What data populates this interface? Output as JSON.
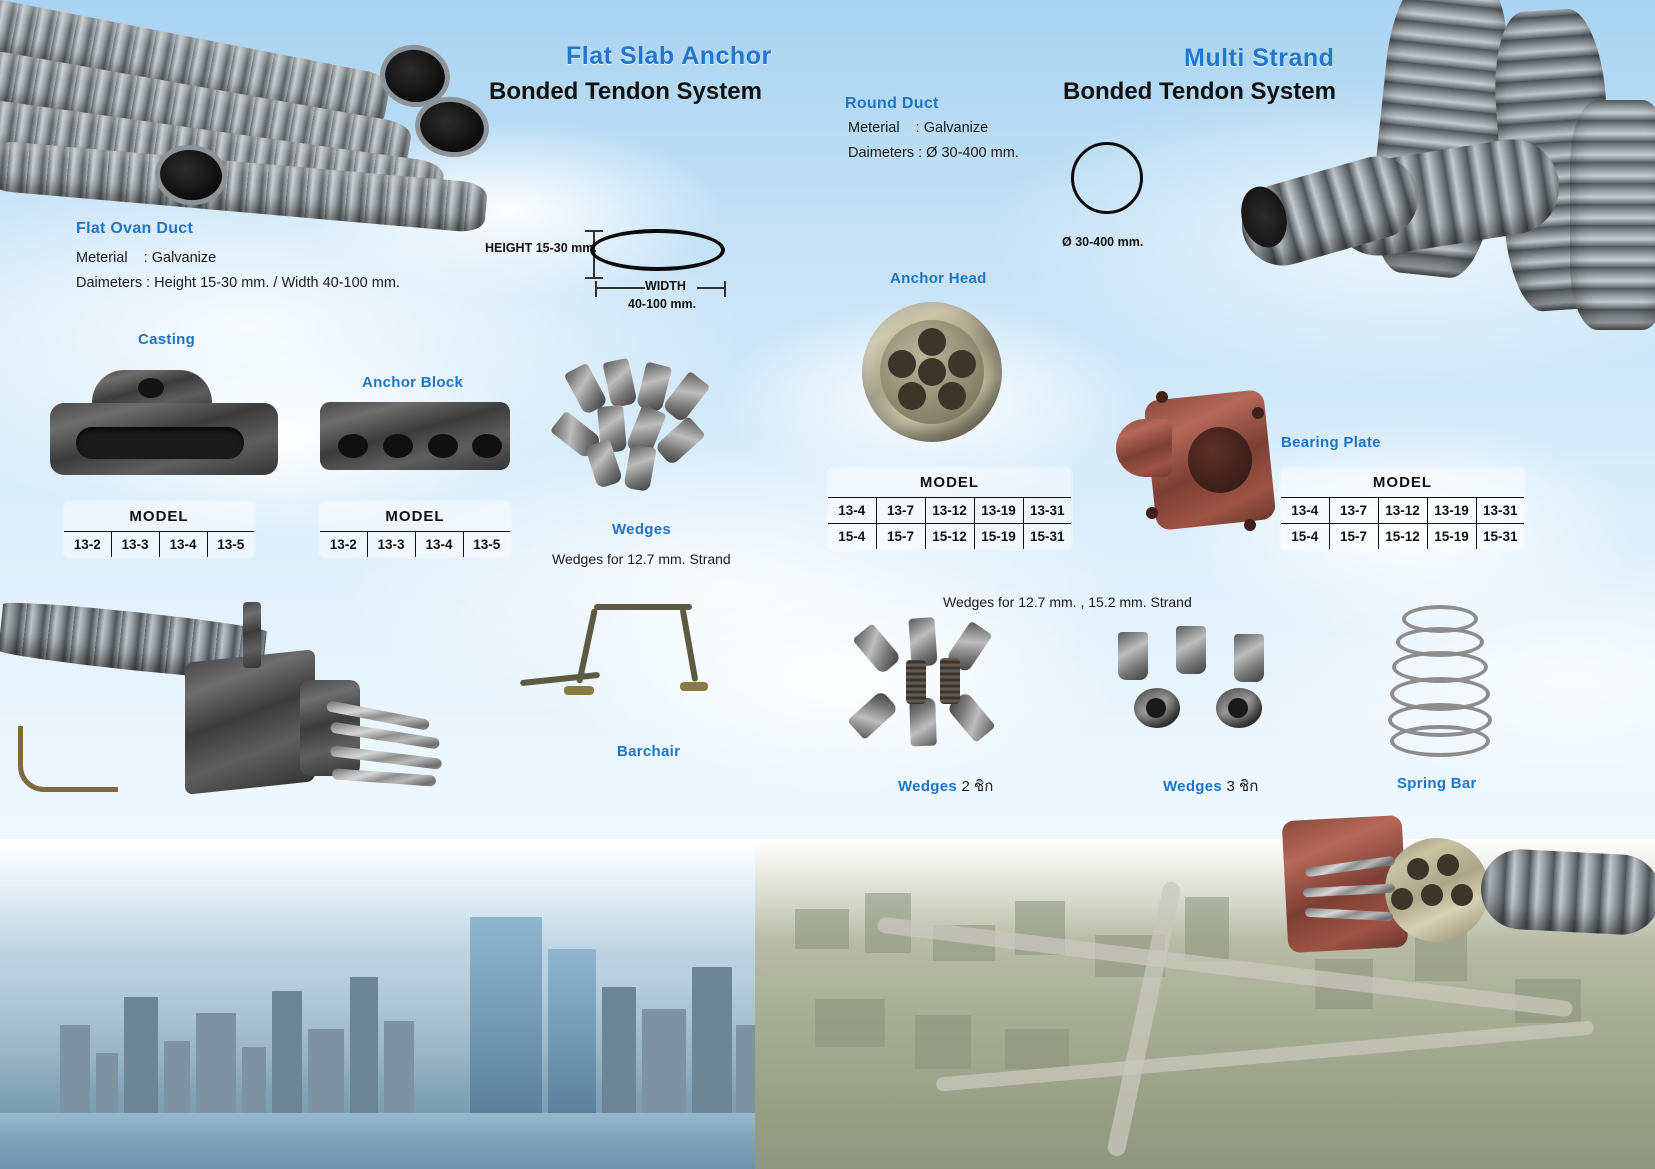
{
  "left_panel": {
    "title_blue": "Flat Slab Anchor",
    "title_black": "Bonded Tendon System",
    "duct": {
      "heading": "Flat Ovan Duct",
      "material_line": "Meterial    : Galvanize",
      "diameter_line": "Daimeters : Height 15-30 mm. / Width 40-100 mm."
    },
    "diagram": {
      "height_label": "HEIGHT 15-30 mm.",
      "width_label": "WIDTH",
      "width_value": "40-100 mm."
    },
    "casting": {
      "label": "Casting",
      "table": {
        "header": "MODEL",
        "rows": [
          [
            "13-2",
            "13-3",
            "13-4",
            "13-5"
          ]
        ]
      }
    },
    "anchor_block": {
      "label": "Anchor Block",
      "table": {
        "header": "MODEL",
        "rows": [
          [
            "13-2",
            "13-3",
            "13-4",
            "13-5"
          ]
        ]
      }
    },
    "wedges": {
      "label": "Wedges",
      "caption": "Wedges for 12.7 mm. Strand"
    },
    "barchair": {
      "label": "Barchair"
    }
  },
  "right_panel": {
    "title_blue": "Multi Strand",
    "title_black": "Bonded Tendon System",
    "duct": {
      "heading": "Round Duct",
      "material_line": "Meterial    : Galvanize",
      "diameter_line": "Daimeters : Ø 30-400 mm."
    },
    "diagram": {
      "diameter_label": "Ø 30-400 mm."
    },
    "anchor_head": {
      "label": "Anchor Head",
      "table": {
        "header": "MODEL",
        "rows": [
          [
            "13-4",
            "13-7",
            "13-12",
            "13-19",
            "13-31"
          ],
          [
            "15-4",
            "15-7",
            "15-12",
            "15-19",
            "15-31"
          ]
        ]
      }
    },
    "bearing_plate": {
      "label": "Bearing Plate",
      "table": {
        "header": "MODEL",
        "rows": [
          [
            "13-4",
            "13-7",
            "13-12",
            "13-19",
            "13-31"
          ],
          [
            "15-4",
            "15-7",
            "15-12",
            "15-19",
            "15-31"
          ]
        ]
      }
    },
    "wedges_caption": "Wedges for 12.7 mm. , 15.2 mm. Strand",
    "wedges_2": {
      "label": "Wedges",
      "suffix": "2 ชิก"
    },
    "wedges_3": {
      "label": "Wedges",
      "suffix": "3 ชิก"
    },
    "spring_bar": {
      "label": "Spring Bar"
    }
  },
  "colors": {
    "heading_blue": "#2277cc",
    "label_blue": "#1f74c4",
    "text_black": "#111111",
    "sky_top": "#a9d3f0"
  }
}
